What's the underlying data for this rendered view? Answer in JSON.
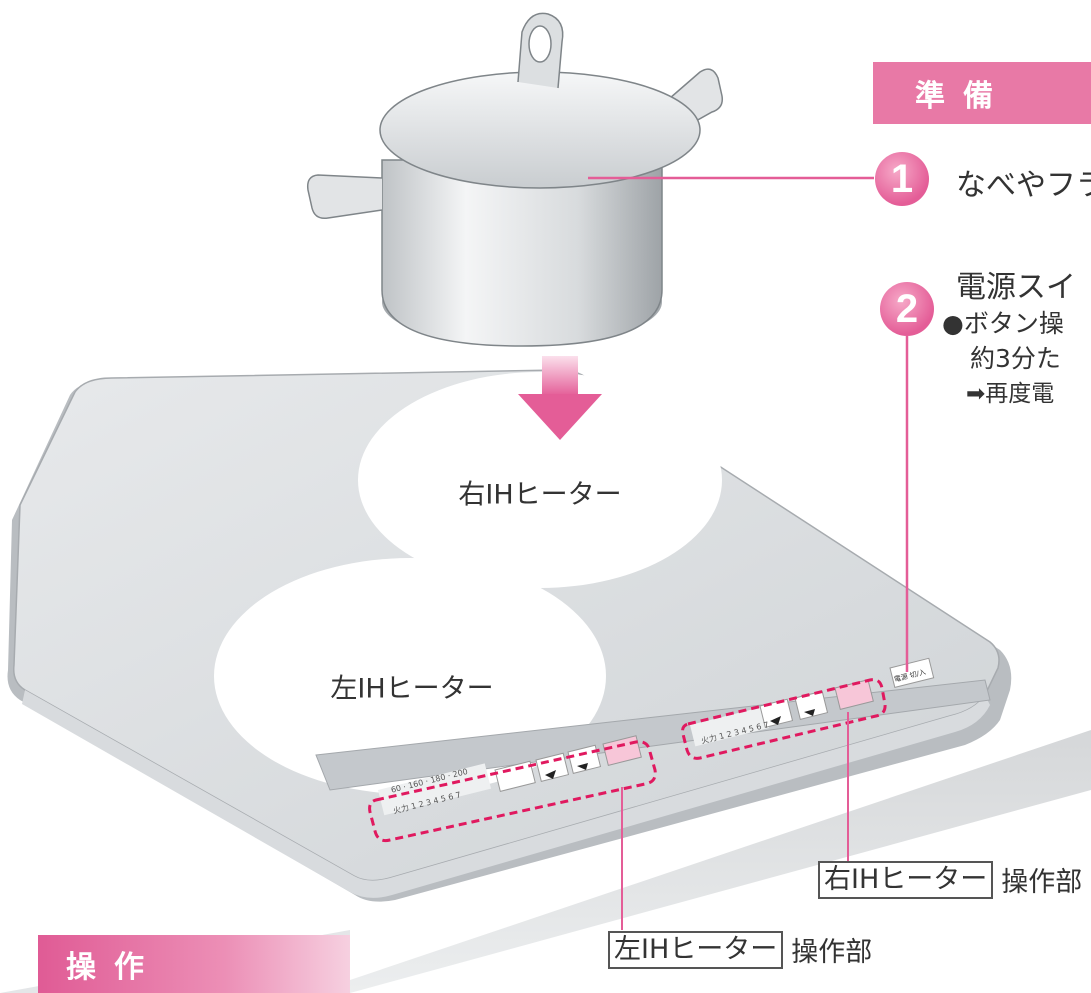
{
  "header_prep": "準備",
  "header_op": "操作",
  "steps": [
    {
      "num": "1",
      "text": "なべやフラ"
    },
    {
      "num": "2",
      "text": "電源スイ"
    }
  ],
  "bullet_line1": "●ボタン操",
  "bullet_line2": "約3分た",
  "bullet_line3": "➡再度電",
  "burners": {
    "right": "右IHヒーター",
    "left": "左IHヒーター"
  },
  "controls": {
    "right_box": "右IHヒーター",
    "right_suffix": "操作部",
    "left_box": "左IHヒーター",
    "left_suffix": "操作部"
  },
  "power_button": "電源 切/入",
  "panel_scale": "60 · 160 · 180 · 200",
  "panel_levels": "火力 1 2 3 4 5 6 7",
  "colors": {
    "accent": "#e879a6",
    "dashed": "#e0195f",
    "pointer": "#e45d97"
  }
}
